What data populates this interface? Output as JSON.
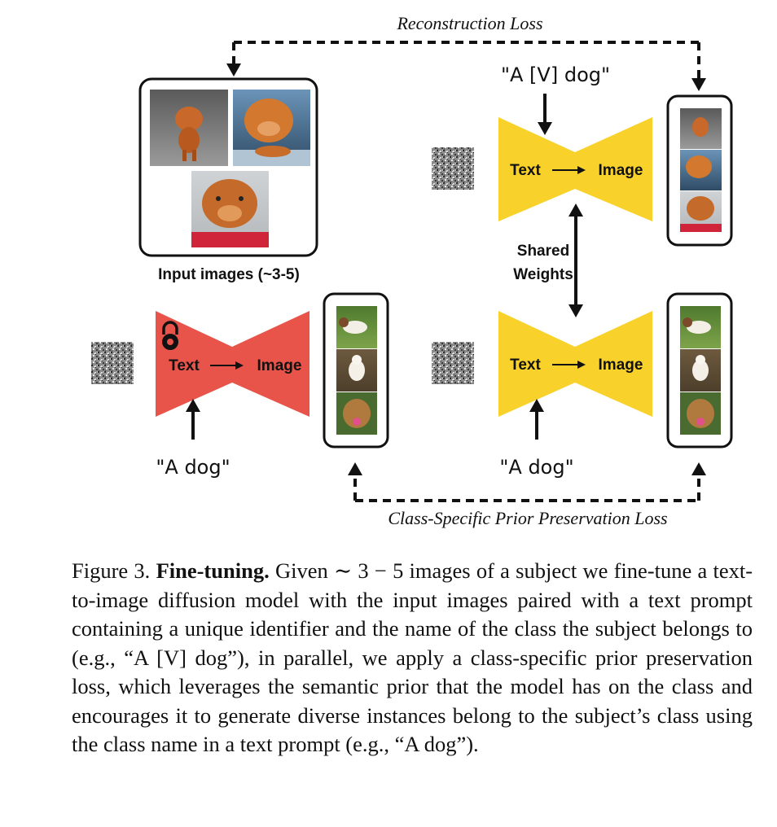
{
  "figure": {
    "reconstruction_loss": "Reconstruction Loss",
    "prior_loss": "Class-Specific Prior Preservation Loss",
    "input_images_label": "Input images (~3-5)",
    "shared_weights_line1": "Shared",
    "shared_weights_line2": "Weights",
    "prompt_v": "\"A [V] dog\"",
    "prompt_class": "\"A dog\"",
    "text_label": "Text",
    "image_label": "Image",
    "colors": {
      "frozen_model": "#e8534a",
      "trained_model": "#f8d22a",
      "dashed_arrow": "#111111"
    }
  },
  "caption": {
    "figure_number": "Figure 3.",
    "bold_title": "Fine-tuning.",
    "text": "Given ∼ 3 − 5 images of a subject we fine-tune a text-to-image diffusion model with the input images paired with a text prompt containing a unique identifier and the name of the class the subject belongs to (e.g., “A [V] dog”), in parallel, we apply a class-specific prior preservation loss, which leverages the semantic prior that the model has on the class and encourages it to generate diverse instances belong to the subject’s class using the class name in a text prompt (e.g., “A dog”)."
  }
}
